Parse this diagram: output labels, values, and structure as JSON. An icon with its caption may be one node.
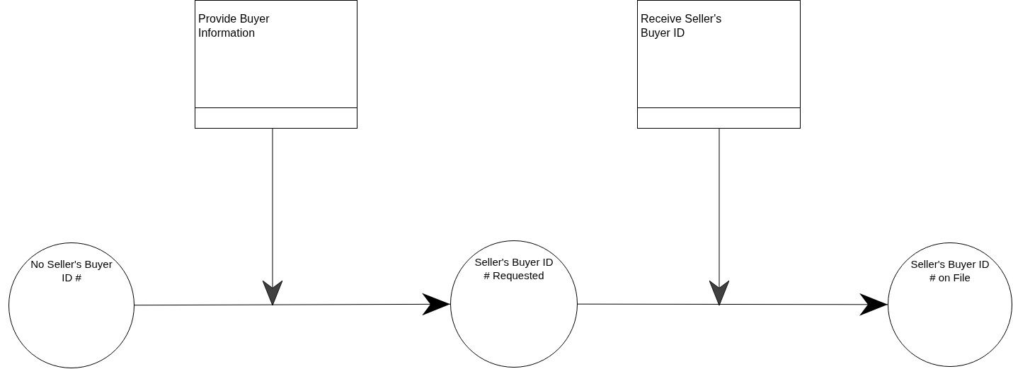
{
  "diagram": {
    "nodes": [
      {
        "text": [
          "No Seller's Buyer ID #"
        ]
      },
      {
        "text": [
          "Provide Buyer Information"
        ]
      },
      {
        "text": [
          "Seller's Buyer ID # Requested"
        ]
      },
      {
        "text": [
          "Receive Seller's Buyer ID"
        ]
      },
      {
        "text": [
          "Seller's Buyer ID # on File"
        ]
      }
    ],
    "edges": [
      {
        "from": 0,
        "to": 2,
        "arrow": "to"
      },
      {
        "from": 1,
        "to": null,
        "arrow": "to"
      },
      {
        "from": 2,
        "to": 4,
        "arrow": "to"
      },
      {
        "from": 3,
        "to": null,
        "arrow": "to"
      }
    ]
  }
}
